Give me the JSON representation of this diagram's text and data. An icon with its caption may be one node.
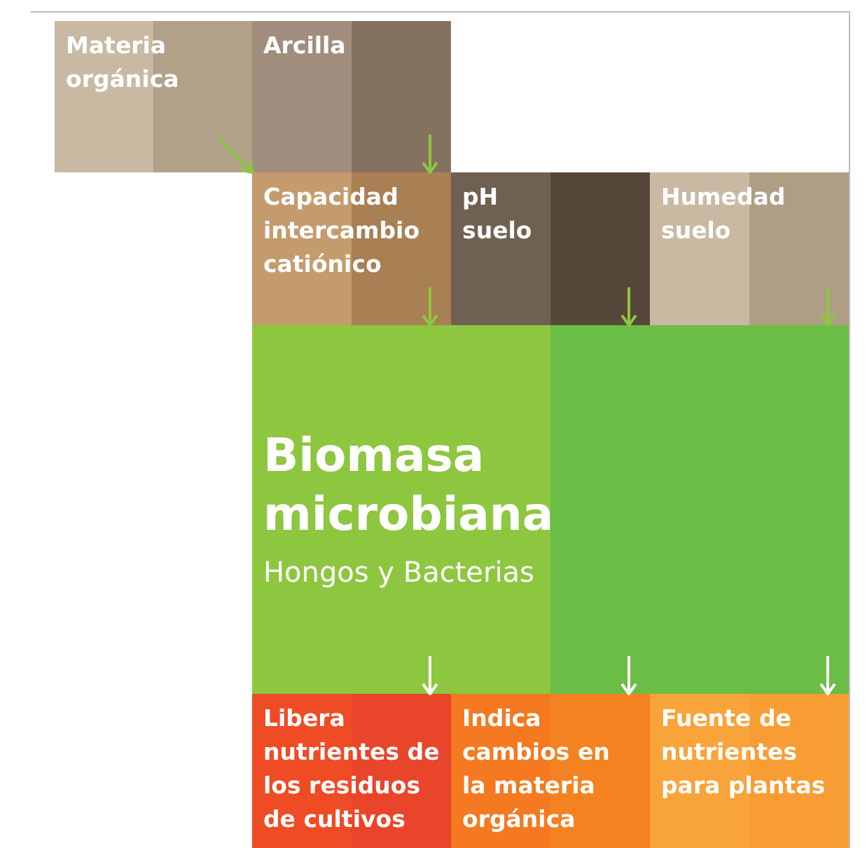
{
  "diagram": {
    "nodes": [
      {
        "text": [
          "Materia orgánica"
        ]
      },
      {
        "text": [
          "Arcilla"
        ]
      },
      {
        "text": [
          "Capacidad intercambio catiónico"
        ]
      },
      {
        "text": [
          "pH suelo"
        ]
      },
      {
        "text": [
          "Humedad suelo"
        ]
      },
      {
        "text": [
          "Biomasa microbiana",
          "Hongos y Bacterias"
        ]
      },
      {
        "text": [
          "Libera nutrientes de los residuos de cultivos"
        ]
      },
      {
        "text": [
          "Indica cambios en la materia orgánica"
        ]
      },
      {
        "text": [
          "Fuente de nutrientes para plantas"
        ]
      }
    ],
    "edges": [
      {
        "from": 0,
        "to": 2,
        "arrow": "to",
        "color": "#8dc63f"
      },
      {
        "from": 1,
        "to": 2,
        "arrow": "to",
        "color": "#8dc63f"
      },
      {
        "from": 2,
        "to": 5,
        "arrow": "to",
        "color": "#8dc63f"
      },
      {
        "from": 3,
        "to": 5,
        "arrow": "to",
        "color": "#8dc63f"
      },
      {
        "from": 4,
        "to": 5,
        "arrow": "to",
        "color": "#8dc63f"
      },
      {
        "from": 5,
        "to": 6,
        "arrow": "to",
        "color": "#ffffff"
      },
      {
        "from": 5,
        "to": 7,
        "arrow": "to",
        "color": "#ffffff"
      },
      {
        "from": 5,
        "to": 8,
        "arrow": "to",
        "color": "#ffffff"
      }
    ]
  }
}
